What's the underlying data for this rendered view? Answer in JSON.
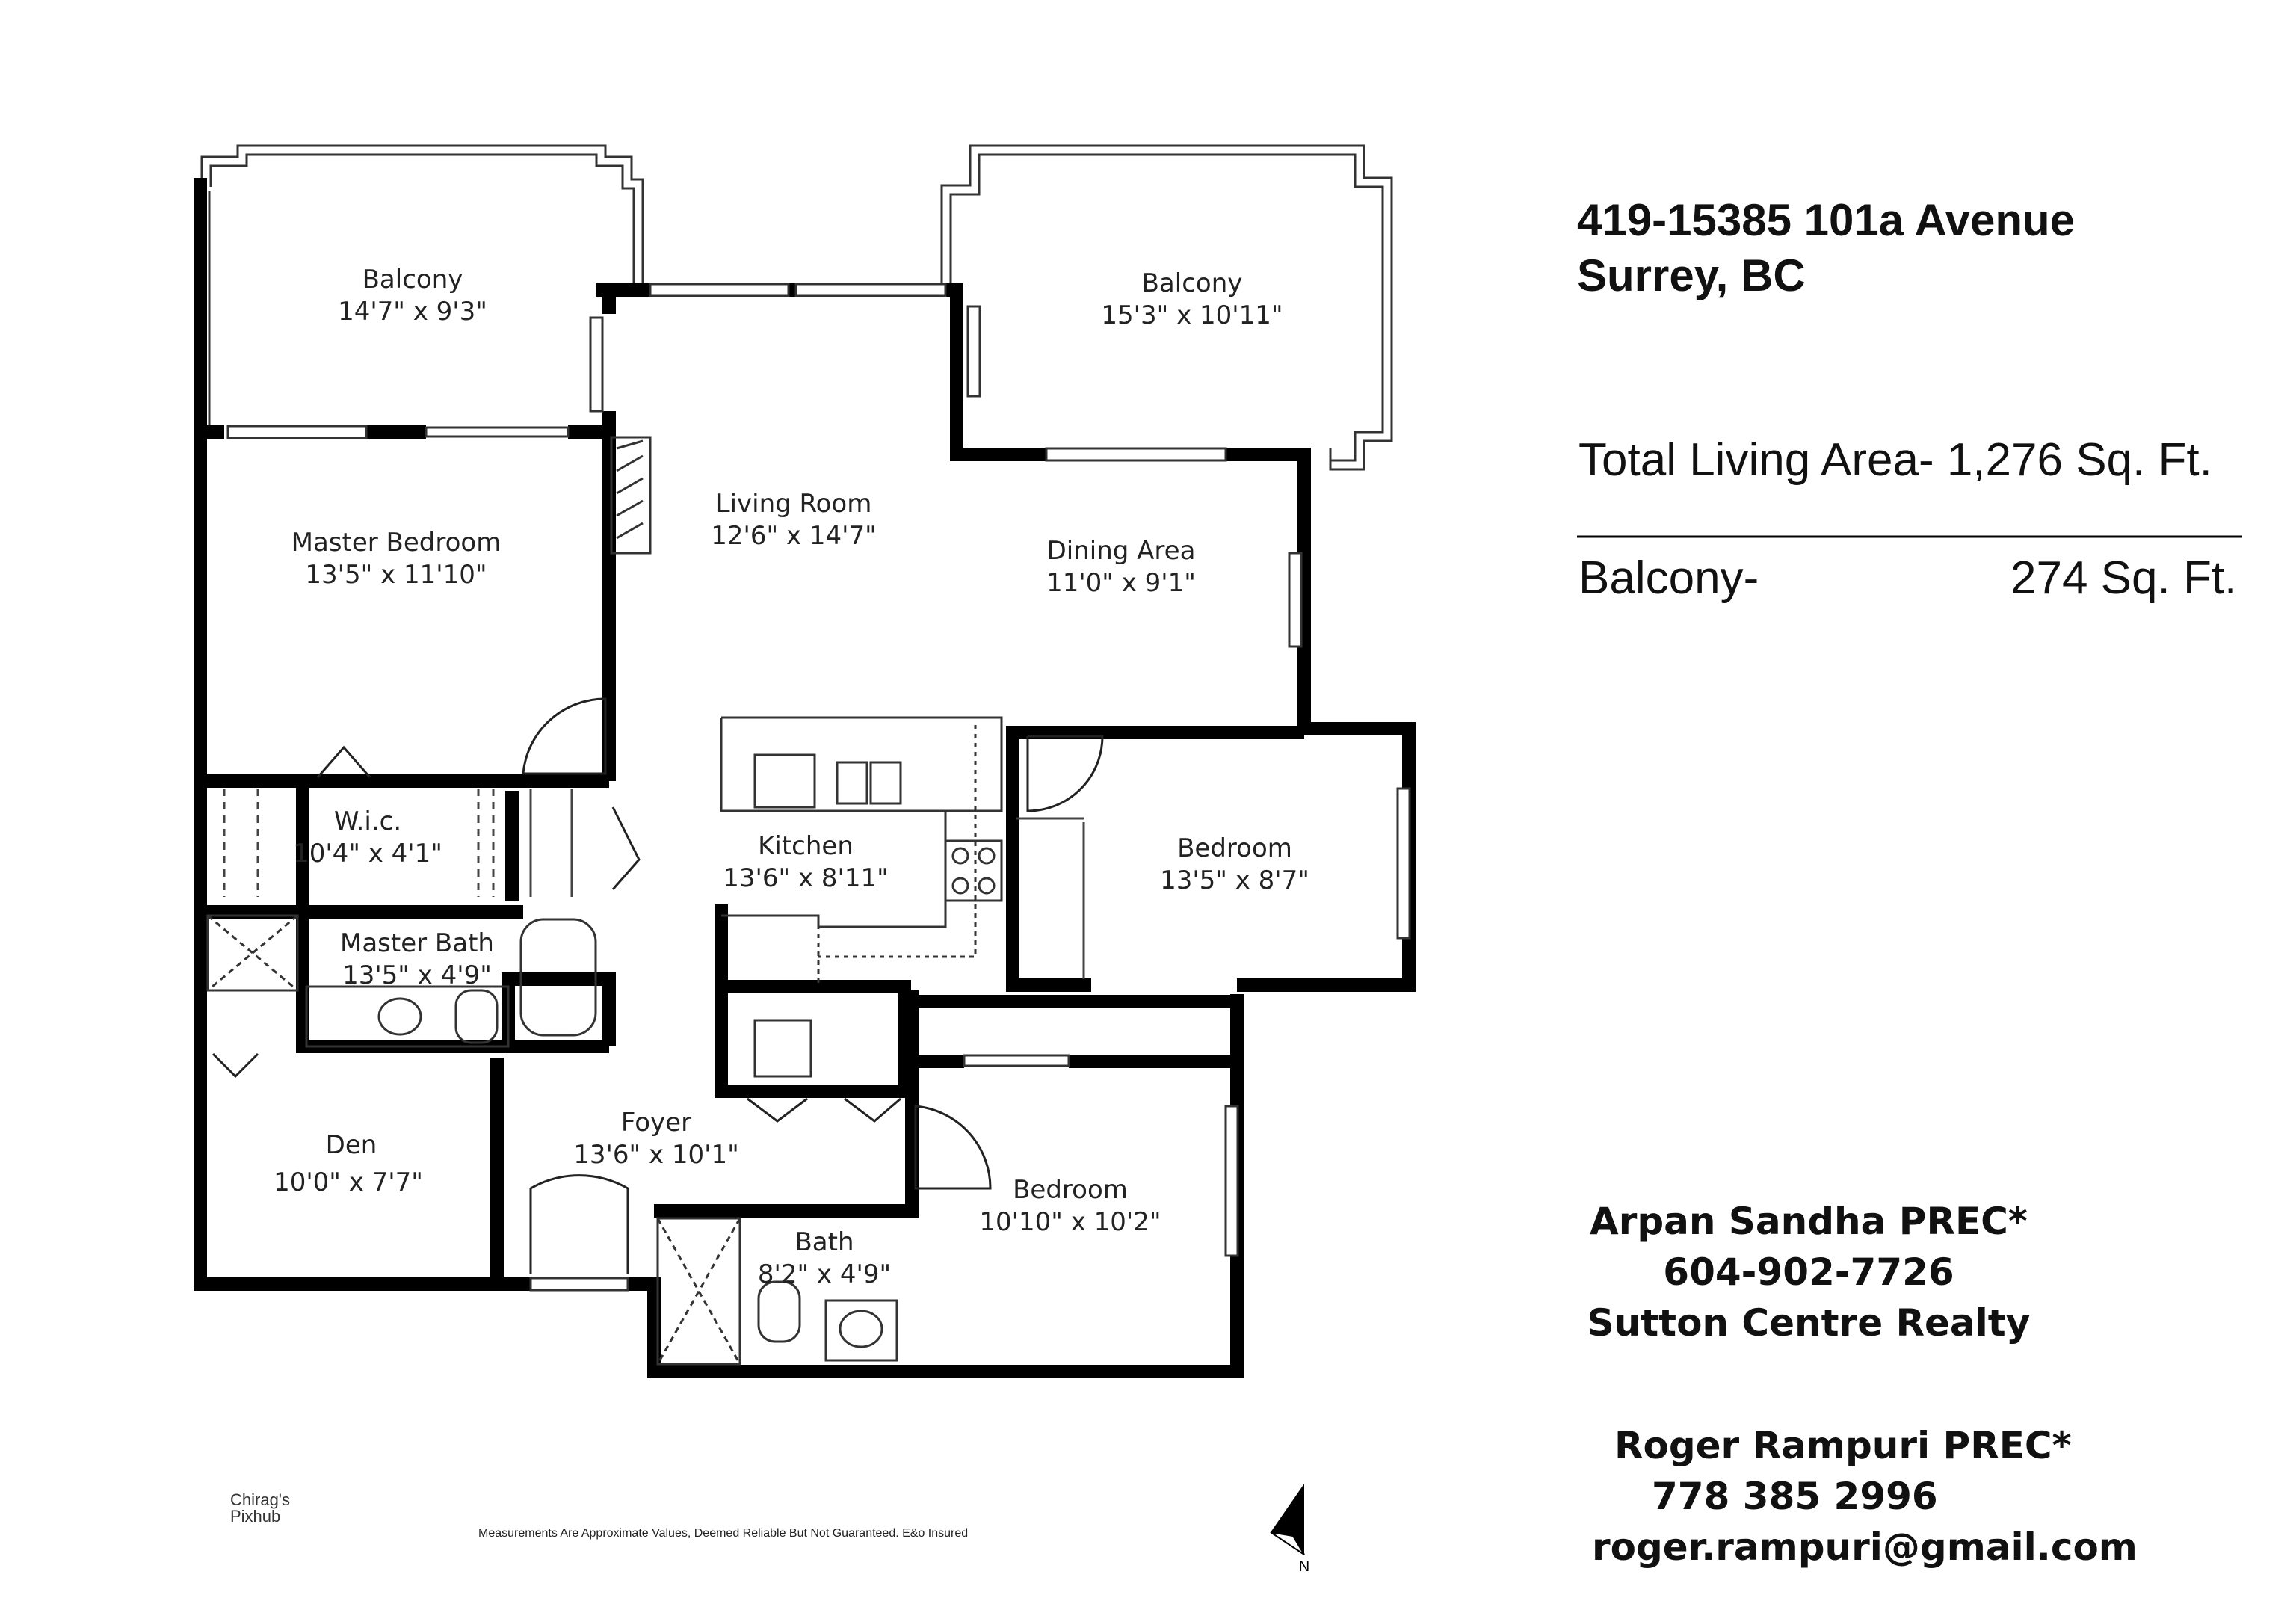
{
  "header": {
    "address_line1": "419-15385 101a Avenue",
    "address_line2": "Surrey, BC"
  },
  "areas": {
    "living_label": "Total Living Area- 1,276 Sq. Ft.",
    "balcony_label": "Balcony-",
    "balcony_value": "274 Sq. Ft."
  },
  "agents": [
    {
      "name": "Arpan Sandha PREC*",
      "phone": "604-902-7726",
      "company": "Sutton Centre Realty"
    },
    {
      "name": "Roger Rampuri PREC*",
      "phone": "778 385 2996",
      "email": "roger.rampuri@gmail.com"
    }
  ],
  "rooms": {
    "balcony_left": {
      "name": "Balcony",
      "size": "14'7\" x 9'3\""
    },
    "balcony_right": {
      "name": "Balcony",
      "size": "15'3\" x 10'11\""
    },
    "living_room": {
      "name": "Living Room",
      "size": "12'6\" x 14'7\""
    },
    "dining_area": {
      "name": "Dining Area",
      "size": "11'0\" x 9'1\""
    },
    "master_bedroom": {
      "name": "Master Bedroom",
      "size": "13'5\" x 11'10\""
    },
    "wic": {
      "name": "W.i.c.",
      "size": "10'4\" x 4'1\""
    },
    "master_bath": {
      "name": "Master Bath",
      "size": "13'5\" x 4'9\""
    },
    "kitchen": {
      "name": "Kitchen",
      "size": "13'6\" x 8'11\""
    },
    "bedroom_right": {
      "name": "Bedroom",
      "size": "13'5\" x 8'7\""
    },
    "den": {
      "name": "Den",
      "size": "10'0\" x 7'7\""
    },
    "foyer": {
      "name": "Foyer",
      "size": "13'6\" x 10'1\""
    },
    "bedroom_bottom": {
      "name": "Bedroom",
      "size": "10'10\" x 10'2\""
    },
    "bath": {
      "name": "Bath",
      "size": "8'2\" x 4'9\""
    }
  },
  "compass": {
    "label": "N"
  },
  "logo": {
    "line1": "Chirag's",
    "line2": "Pixhub"
  },
  "footer": {
    "disclaimer": "Measurements Are Approximate Values, Deemed Reliable But Not Guaranteed. E&o Insured"
  }
}
